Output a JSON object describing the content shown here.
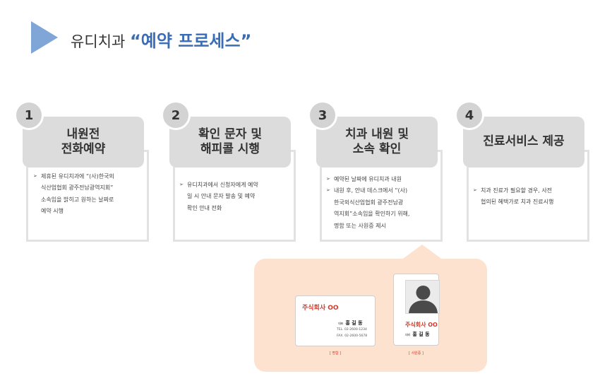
{
  "title": {
    "prefix": "유디치과 ",
    "highlight": "“예약 프로세스”"
  },
  "steps": [
    {
      "num": "1",
      "head": [
        "내원전",
        "전화예약"
      ],
      "desc": [
        [
          "제휴된 유디치과에 “(사)한국외",
          "식산업협회 광주전남광역지회”",
          "소속임을 밝히고 원하는 날짜로",
          "예약 시행"
        ]
      ]
    },
    {
      "num": "2",
      "head": [
        "확인 문자 및",
        "해피콜 시행"
      ],
      "desc": [
        [
          "유디치과에서 신청자에게 예약",
          "일 시 안내 문자 발송 및 예약",
          "확인 안내 전화"
        ]
      ]
    },
    {
      "num": "3",
      "head": [
        "치과 내원 및",
        "소속 확인"
      ],
      "desc": [
        [
          "예약된 날짜에 유디치과 내원"
        ],
        [
          "내원 후, 안내 데스크에서 “(사)",
          "한국외식산업협회 광주전남광",
          "역지회”소속임을 확인하기 위해,",
          "명함 또는 사원증 제시"
        ]
      ]
    },
    {
      "num": "4",
      "head": [
        "진료서비스 제공"
      ],
      "desc": [
        [
          "치과 진료가 필요할 경우, 사전",
          "협의된 혜택가로 치과 진료시행"
        ]
      ]
    }
  ],
  "business_card": {
    "company": "주식회사 OO",
    "role": "대표",
    "name": "홍 길 동",
    "tel": "TEL. 02-2600-1234",
    "fax": "FAX. 02-2600-5678",
    "caption": "[ 명함 ]"
  },
  "id_card": {
    "company": "주식회사 OO",
    "role": "대리",
    "name": "홍 길 동",
    "caption": "[ 사원증 ]"
  },
  "colors": {
    "accent": "#3a6db5",
    "arrow": "#7fa6d6",
    "step_box": "#dcdcdc",
    "bubble": "#fde2d0",
    "red": "#d23a2a"
  }
}
